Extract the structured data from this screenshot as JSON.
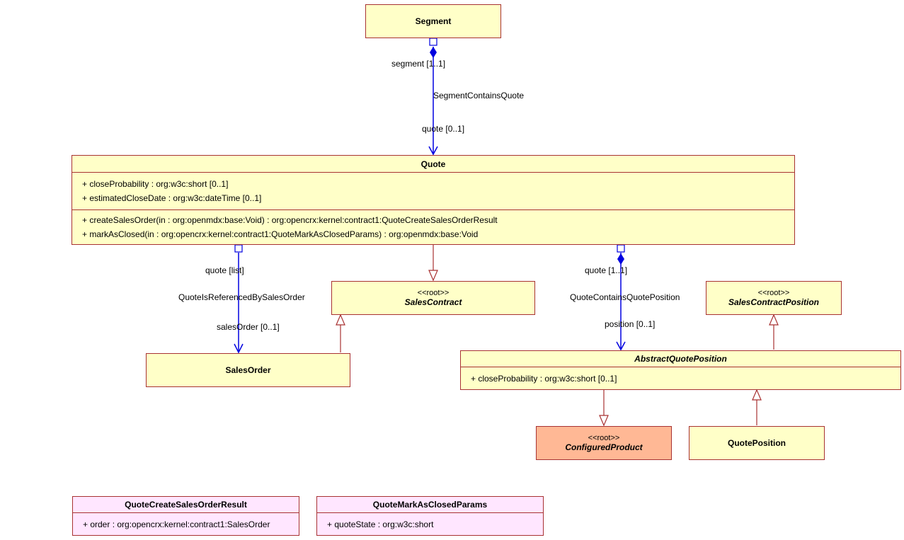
{
  "classes": {
    "segment": {
      "name": "Segment"
    },
    "quote": {
      "name": "Quote",
      "attributes": [
        "+ closeProbability : org:w3c:short [0..1]",
        "+ estimatedCloseDate : org:w3c:dateTime [0..1]"
      ],
      "operations": [
        "+ createSalesOrder(in : org:openmdx:base:Void) : org:opencrx:kernel:contract1:QuoteCreateSalesOrderResult",
        "+ markAsClosed(in : org:opencrx:kernel:contract1:QuoteMarkAsClosedParams) : org:openmdx:base:Void"
      ]
    },
    "sales_contract": {
      "stereotype": "<<root>>",
      "name": "SalesContract"
    },
    "sales_order": {
      "name": "SalesOrder"
    },
    "sales_contract_position": {
      "stereotype": "<<root>>",
      "name": "SalesContractPosition"
    },
    "abstract_quote_position": {
      "name": "AbstractQuotePosition",
      "attributes": [
        "+ closeProbability : org:w3c:short [0..1]"
      ]
    },
    "configured_product": {
      "stereotype": "<<root>>",
      "name": "ConfiguredProduct"
    },
    "quote_position": {
      "name": "QuotePosition"
    },
    "quote_create_sales_order_result": {
      "name": "QuoteCreateSalesOrderResult",
      "attributes": [
        "+ order : org:opencrx:kernel:contract1:SalesOrder"
      ]
    },
    "quote_mark_as_closed_params": {
      "name": "QuoteMarkAsClosedParams",
      "attributes": [
        "+ quoteState : org:w3c:short"
      ]
    }
  },
  "associations": {
    "segment_contains_quote": {
      "name": "SegmentContainsQuote",
      "source_end": "segment [1..1]",
      "target_end": "quote [0..1]"
    },
    "quote_referenced_by_sales_order": {
      "name": "QuoteIsReferencedBySalesOrder",
      "source_end": "quote [list]",
      "target_end": "salesOrder [0..1]"
    },
    "quote_contains_quote_position": {
      "name": "QuoteContainsQuotePosition",
      "source_end": "quote [1..1]",
      "target_end": "position [0..1]"
    }
  },
  "colors": {
    "class_fill": "#ffffc8",
    "class_border": "#a83232",
    "highlight_fill": "#ffb895",
    "datatype_fill": "#ffe6ff",
    "association": "#0000e0",
    "generalization": "#a83232"
  }
}
